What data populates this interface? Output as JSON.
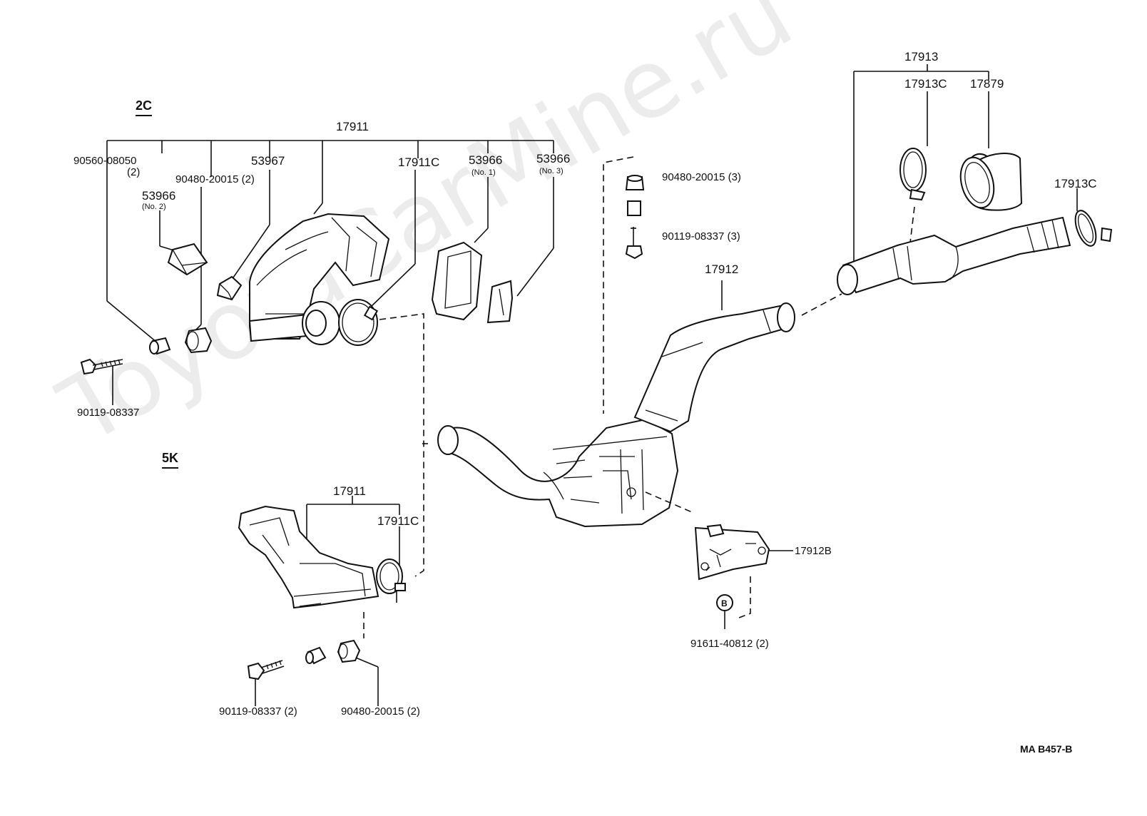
{
  "watermark": "ToyotaCarMine.ru",
  "figure_code": "MA B457-B",
  "sections": {
    "upper": "2C",
    "lower": "5K"
  },
  "upper_group": {
    "assembly": "17911",
    "p_90560": "90560-08050",
    "p_90560_qty": "(2)",
    "p_53966_no2": "53966",
    "p_53966_no2_sub": "(No. 2)",
    "p_90480": "90480-20015 (2)",
    "p_53967": "53967",
    "p_17911c": "17911C",
    "p_53966_no1": "53966",
    "p_53966_no1_sub": "(No. 1)",
    "p_53966_no3": "53966",
    "p_53966_no3_sub": "(No. 3)",
    "p_90119": "90119-08337"
  },
  "lower_group": {
    "assembly": "17911",
    "p_17911c": "17911C",
    "p_90119": "90119-08337 (2)",
    "p_90480": "90480-20015 (2)"
  },
  "center_group": {
    "p_90480": "90480-20015 (3)",
    "p_90119": "90119-08337 (3)",
    "p_17912": "17912",
    "p_17912b": "17912B",
    "p_91611": "91611-40812 (2)",
    "mark_b": "B"
  },
  "right_group": {
    "assembly": "17913",
    "p_17913c_top": "17913C",
    "p_17879": "17879",
    "p_17913c_right": "17913C"
  }
}
